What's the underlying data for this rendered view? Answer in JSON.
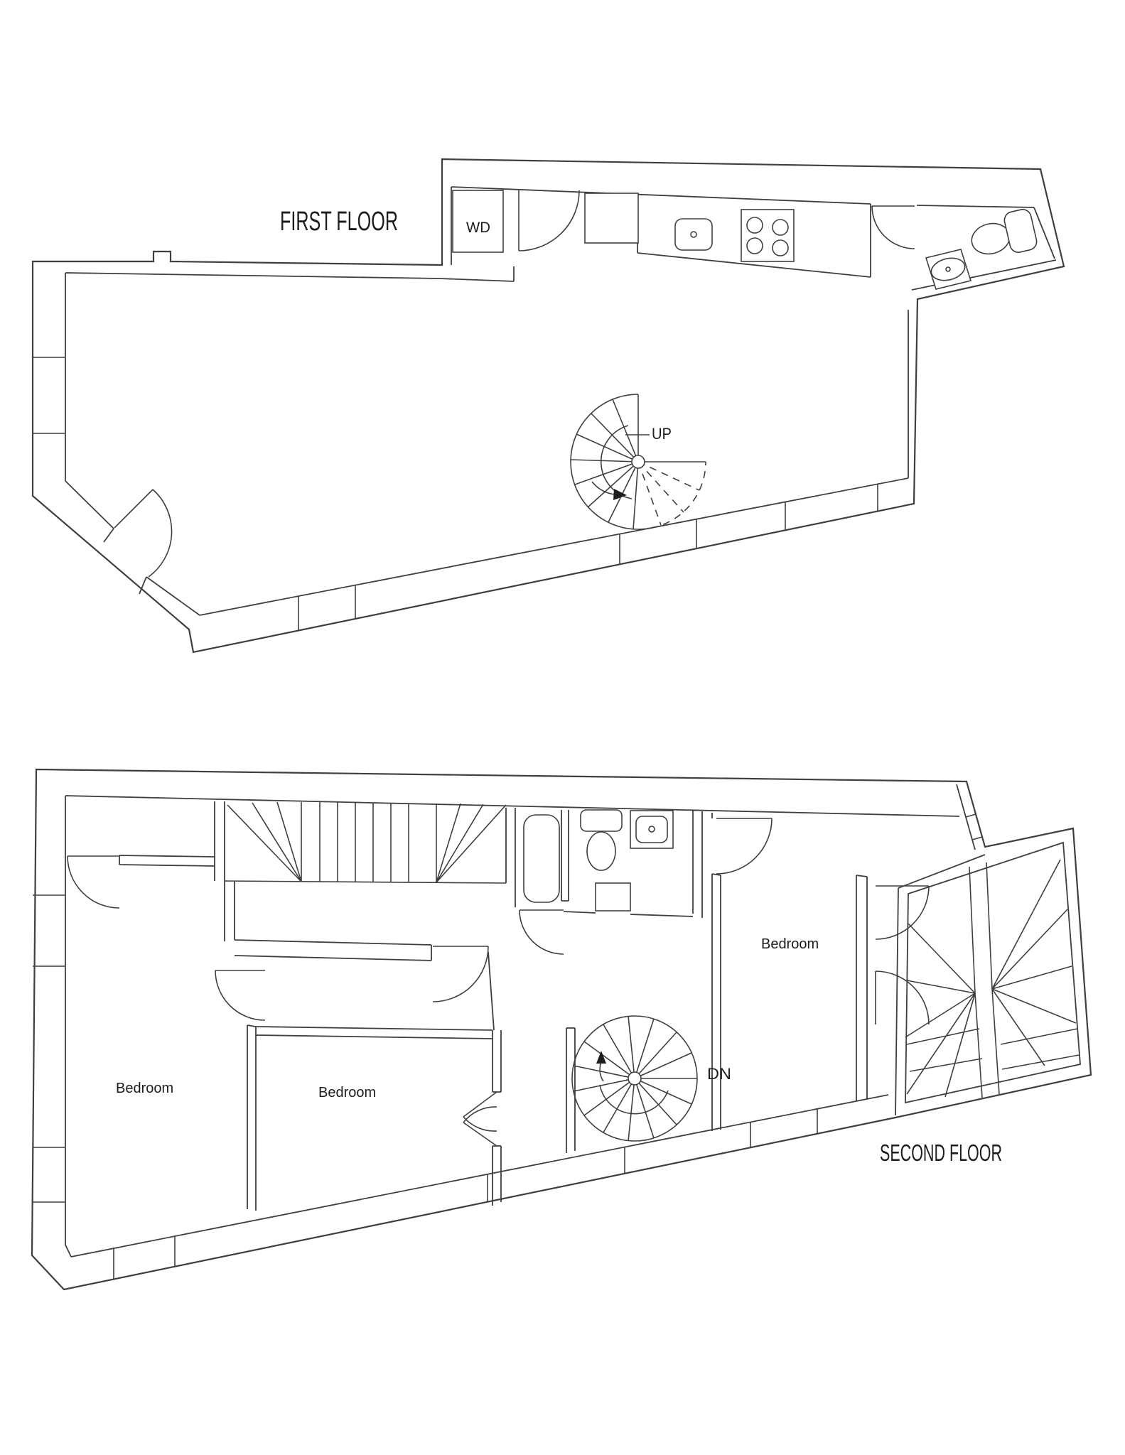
{
  "document": {
    "type": "architectural floor plan, two stacked plans on white background",
    "background": "#ffffff",
    "line_color": "#3f3f3f",
    "text_color": "#1d1d1d"
  },
  "floors": [
    {
      "title": "FIRST FLOOR",
      "labels": {
        "washer_dryer_closet": "WD",
        "spiral_stair_direction": "UP"
      },
      "features": [
        "open-plan main living area",
        "galley kitchen along top wall with counter, sink and 4-burner stove",
        "refrigerator square",
        "washer-dryer closet with swing door",
        "wedge-shaped bathroom at top right with sink, toilet and tub",
        "spiral staircase going up (solid treads left half, dashed below landing)",
        "angled entry door with swing arc at lower left",
        "window divisions in left and bottom exterior wall bands"
      ]
    },
    {
      "title": "SECOND FLOOR",
      "labels": {
        "bedrooms": [
          "Bedroom",
          "Bedroom",
          "Bedroom"
        ],
        "spiral_stair_direction": "DN"
      },
      "features": [
        "three bedrooms (left, middle, right)",
        "bathroom with tub alcove, toilet, sink and shower square",
        "closet at upper left with swing door",
        "straight staircase with winder fans at both ends along top",
        "full spiral staircase going down with direction arrow",
        "switchback winder staircase in enclosure at right",
        "double doors into middle bedroom",
        "window divisions in left and bottom exterior wall bands"
      ]
    }
  ]
}
